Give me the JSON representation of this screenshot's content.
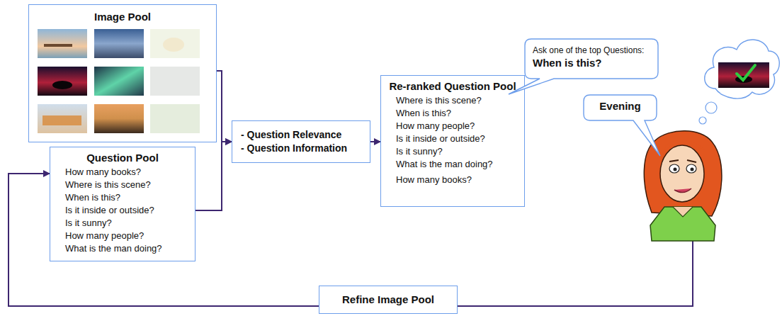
{
  "diagram": {
    "nodes": [
      {
        "text": [
          "Image Pool"
        ]
      },
      {
        "text": [
          "Question Pool",
          "How many books?",
          "Where is this scene?",
          "When is this?",
          "Is it inside or outside?",
          "Is it sunny?",
          "How many people?",
          "What is the man doing?"
        ]
      },
      {
        "text": [
          "- Question Relevance",
          "- Question Information"
        ]
      },
      {
        "text": [
          "Re-ranked Question Pool",
          "Where is this scene?",
          "When is this?",
          "How many people?",
          "Is it inside or outside?",
          "Is it sunny?",
          "What is the man doing?",
          "How many books?"
        ]
      },
      {
        "text": [
          "Ask one of the top Questions:",
          "When is this?"
        ]
      },
      {
        "text": [
          "Evening"
        ]
      },
      {
        "text": [
          "Refine Image Pool"
        ]
      }
    ],
    "edges": [
      {
        "from": 0,
        "to": 2,
        "arrow": "to"
      },
      {
        "from": 1,
        "to": 2,
        "arrow": "to"
      },
      {
        "from": 2,
        "to": 3,
        "arrow": "to"
      },
      {
        "from": 6,
        "to": 1,
        "arrow": "to"
      }
    ]
  }
}
